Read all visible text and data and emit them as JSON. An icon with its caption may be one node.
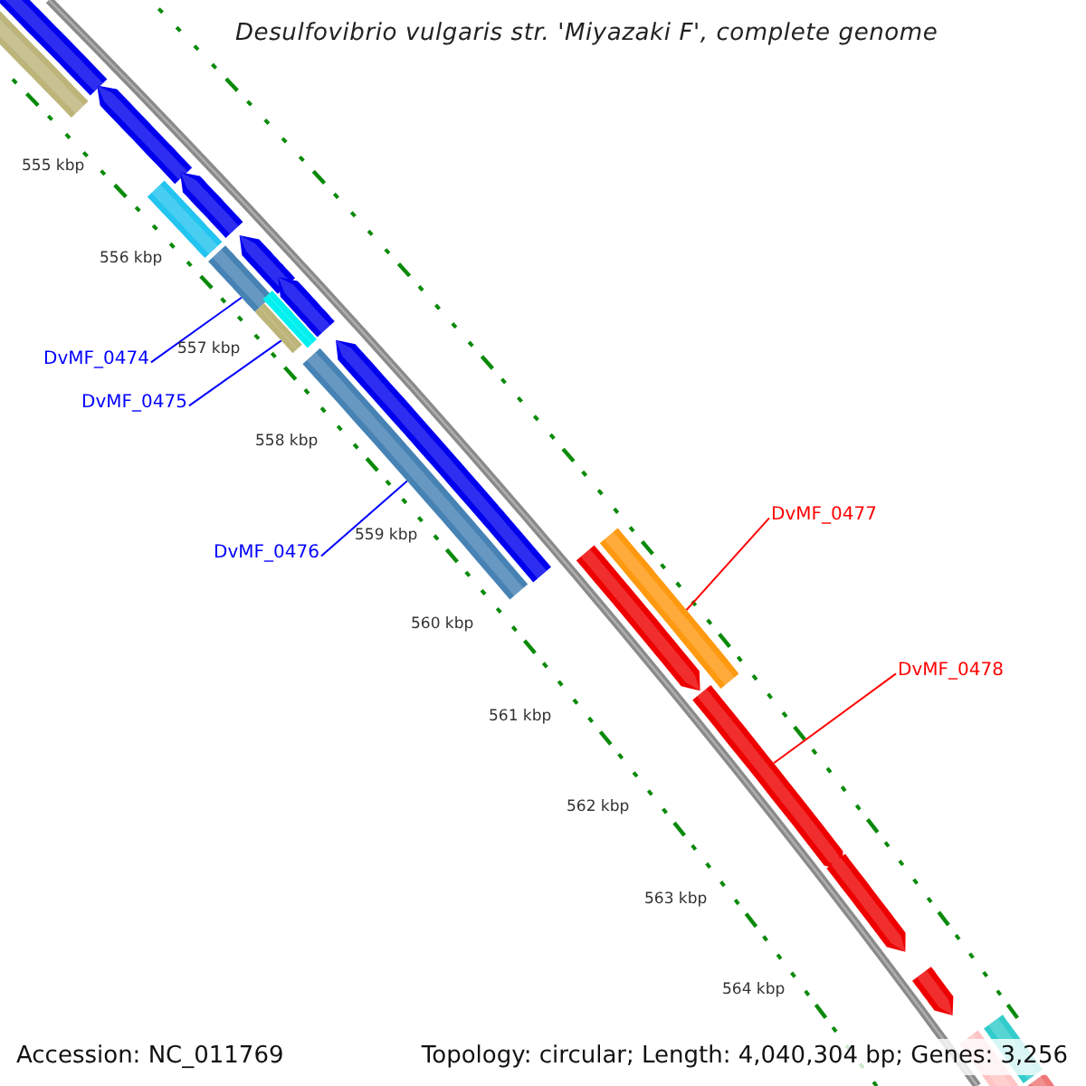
{
  "diagram": {
    "title": "Desulfovibrio vulgaris str. 'Miyazaki F', complete genome",
    "nodes": [
      {
        "text": [
          "DvMF_0474"
        ]
      },
      {
        "text": [
          "DvMF_0475"
        ]
      },
      {
        "text": [
          "DvMF_0476"
        ]
      },
      {
        "text": [
          "DvMF_0477"
        ]
      },
      {
        "text": [
          "DvMF_0478"
        ]
      },
      {
        "text": [],
        "shape": "bar"
      },
      {
        "text": [],
        "shape": "bar"
      },
      {
        "text": [],
        "shape": "bar"
      },
      {
        "text": [],
        "shape": "bar"
      },
      {
        "text": [],
        "shape": "pentagon"
      }
    ],
    "edges": [
      {
        "from": 0,
        "to": 5,
        "arrow": "none"
      },
      {
        "from": 1,
        "to": 6,
        "arrow": "none"
      },
      {
        "from": 2,
        "to": 7,
        "arrow": "none"
      },
      {
        "from": 3,
        "to": 8,
        "arrow": "none",
        "color": "#ff0000"
      },
      {
        "from": 4,
        "to": 9,
        "arrow": "none",
        "color": "#ff0000"
      }
    ],
    "labels": [
      "555 kbp",
      "556 kbp",
      "557 kbp",
      "558 kbp",
      "559 kbp",
      "560 kbp",
      "561 kbp",
      "562 kbp",
      "563 kbp",
      "564 kbp",
      "Accession: NC_011769",
      "Topology: circular; Length: 4,040,304 bp; Genes: 3,256"
    ]
  }
}
